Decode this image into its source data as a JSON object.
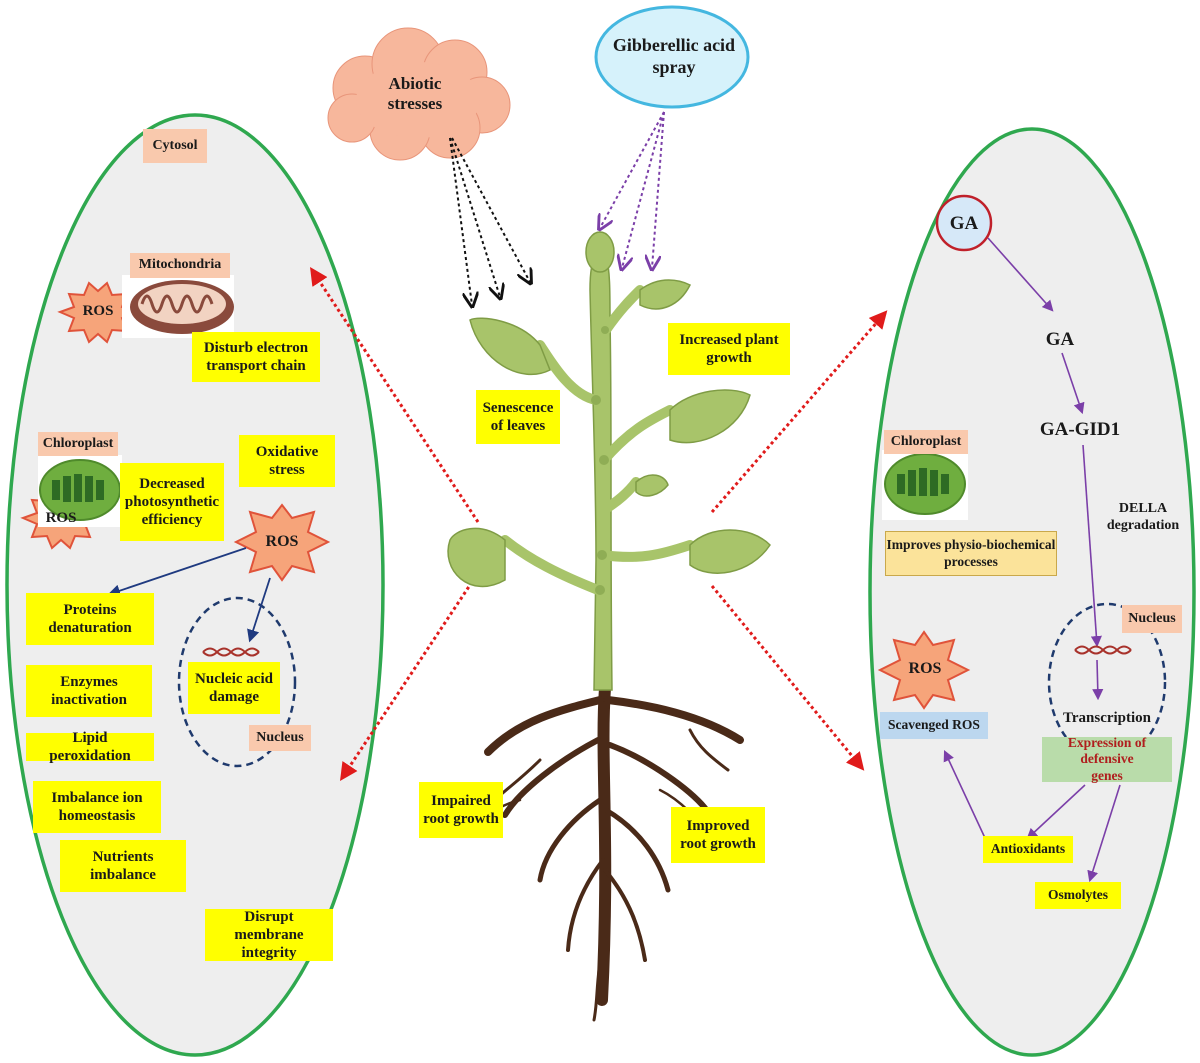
{
  "colors": {
    "highlight": "#ffff00",
    "organelle_tag": "#f9c9ad",
    "ellipse_stroke": "#2fa84f",
    "cell_fill": "#eeeeee",
    "stress_arrow": "#e01b1b",
    "ga_arrow": "#7b3fa8",
    "ros_arrow": "#1f3a80",
    "ros_fill": "#f6a47a",
    "cloud_fill": "#f7b79c",
    "ga_oval_fill": "#d6f2fb",
    "ga_oval_stroke": "#44b7e0",
    "plant_green": "#a8c46a",
    "root_brown": "#4a2a18"
  },
  "icons": [
    "cloud-shape",
    "oval-shape",
    "ros-star-icon",
    "mitochondria-icon",
    "chloroplast-icon",
    "dna-icon",
    "plant-illustration"
  ],
  "top": {
    "abiotic": "Abiotic\nstresses",
    "gibberellic": "Gibberellic acid\nspray"
  },
  "left": {
    "cytosol": "Cytosol",
    "mitochondria": "Mitochondria",
    "ros_mito": "ROS",
    "disturb_etc": "Disturb  electron\ntransport chain",
    "chloroplast": "Chloroplast",
    "ros_chloro": "ROS",
    "decreased_photo": "Decreased\nphotosynthetic\nefficiency",
    "oxidative_stress": "Oxidative\nstress",
    "ros_center": "ROS",
    "proteins": "Proteins\ndenaturation",
    "enzymes": "Enzymes\ninactivation",
    "lipid": "Lipid peroxidation",
    "imbalance_ion": "Imbalance ion\nhomeostasis",
    "nutrients": "Nutrients\nimbalance",
    "membrane": "Disrupt membrane\nintegrity",
    "nucleic": "Nucleic acid\ndamage",
    "nucleus": "Nucleus"
  },
  "center": {
    "senescence": "Senescence\nof leaves",
    "increased_growth": "Increased plant\ngrowth",
    "impaired_root": "Impaired\nroot growth",
    "improved_root": "Improved\nroot growth"
  },
  "right": {
    "ga_circle": "GA",
    "ga": "GA",
    "ga_gid1": "GA-GID1",
    "della": "DELLA\ndegradation",
    "chloroplast": "Chloroplast",
    "improves": "Improves physio-biochemical\nprocesses",
    "nucleus": "Nucleus",
    "ros": "ROS",
    "scavenged": "Scavenged ROS",
    "transcription": "Transcription",
    "expression": "Expression of defensive\ngenes",
    "antioxidants": "Antioxidants",
    "osmolytes": "Osmolytes"
  }
}
